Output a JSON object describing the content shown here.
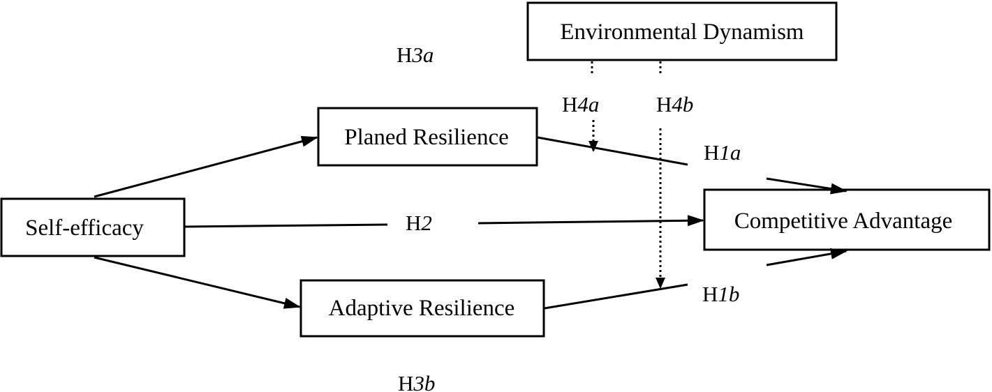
{
  "nodes": {
    "environmental_dynamism": "Environmental Dynamism",
    "planed_resilience": "Planed Resilience",
    "self_efficacy": "Self-efficacy",
    "competitive_advantage": "Competitive Advantage",
    "adaptive_resilience": "Adaptive Resilience"
  },
  "hypotheses": {
    "h3a": {
      "prefix": "H",
      "suffix": "3a"
    },
    "h4a": {
      "prefix": "H",
      "suffix": "4a"
    },
    "h4b": {
      "prefix": "H",
      "suffix": "4b"
    },
    "h1a": {
      "prefix": "H",
      "suffix": "1a"
    },
    "h2": {
      "prefix": "H",
      "suffix": "2"
    },
    "h1b": {
      "prefix": "H",
      "suffix": "1b"
    },
    "h3b": {
      "prefix": "H",
      "suffix": "3b"
    }
  },
  "colors": {
    "ink": "#000000",
    "background": "#ffffff"
  }
}
